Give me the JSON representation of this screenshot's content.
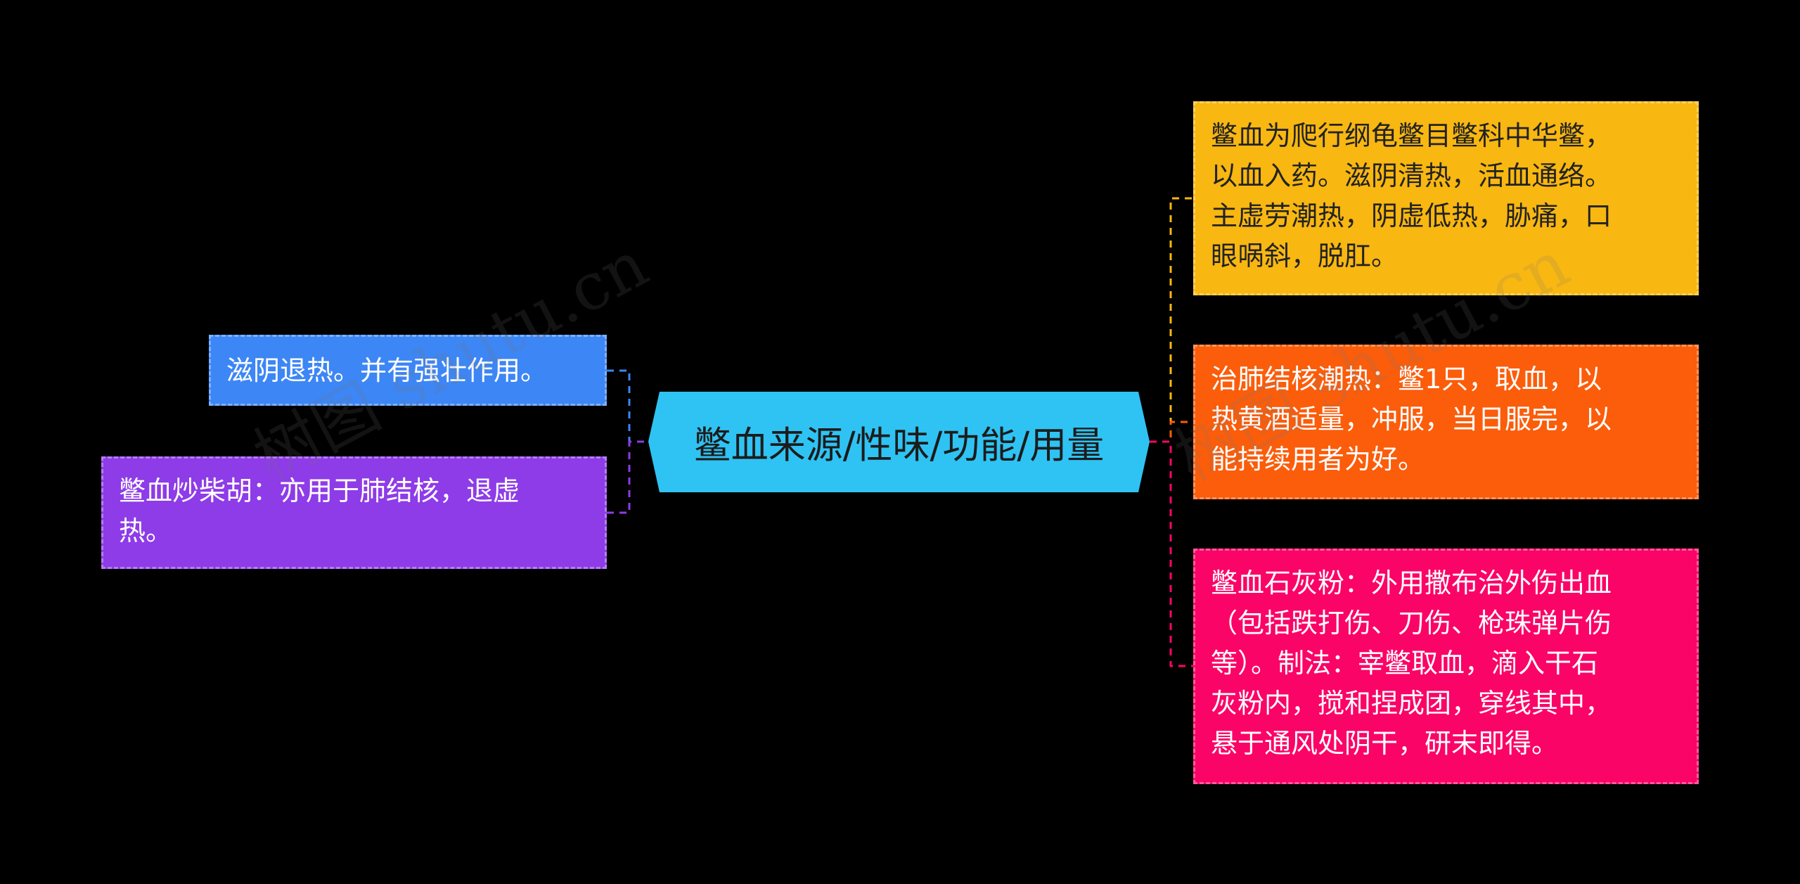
{
  "center": {
    "label": "鳖血来源/性味/功能/用量"
  },
  "left_nodes": [
    {
      "lines": [
        "滋阴退热。并有强壮作用。"
      ]
    },
    {
      "lines": [
        "鳖血炒柴胡：亦用于肺结核，退虚",
        "热。"
      ]
    }
  ],
  "right_nodes": [
    {
      "lines": [
        "鳖血为爬行纲龟鳖目鳖科中华鳖，",
        "以血入药。滋阴清热，活血通络。",
        "主虚劳潮热，阴虚低热，胁痛，口",
        "眼㖞斜，脱肛。"
      ]
    },
    {
      "lines": [
        "治肺结核潮热：鳖1只，取血，以",
        "热黄酒适量，冲服，当日服完，以",
        "能持续用者为好。"
      ]
    },
    {
      "lines": [
        "鳖血石灰粉：外用撒布治外伤出血",
        "（包括跌打伤、刀伤、枪珠弹片伤",
        "等）。制法：宰鳖取血，滴入干石",
        "灰粉内，搅和捏成团，穿线其中，",
        "悬于通风处阴干，研末即得。"
      ]
    }
  ],
  "watermark": {
    "left": "树图 shutu.cn",
    "right": "树图 shutu.cn"
  },
  "colors": {
    "center": "#2fc3f3",
    "left1": "#3d86f5",
    "left2": "#8e3be8",
    "right1": "#f8b711",
    "right2": "#fb5d0b",
    "right3": "#fb0467",
    "link_left": "#8e3be8",
    "link_left_top": "#3d86f5",
    "link_right1": "#f8b711",
    "link_right2": "#fb5d0b",
    "link_right3": "#fb0467"
  }
}
